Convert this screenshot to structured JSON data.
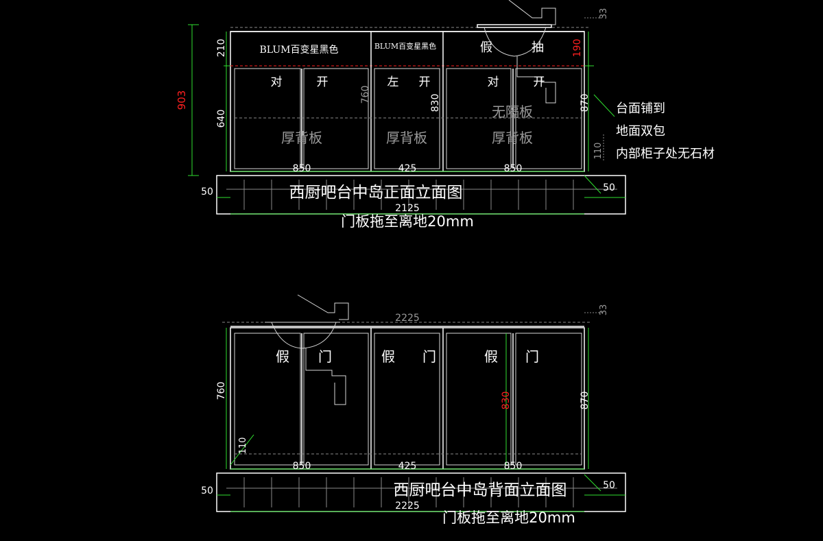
{
  "colors": {
    "background": "#000000",
    "line": "#ffffff",
    "dimension": "#30e030",
    "highlight": "#ff2020",
    "faint": "#9a9a9a"
  },
  "front": {
    "title": "西厨吧台中岛正面立面图",
    "subtitle": "门板拖至离地20mm",
    "labels": {
      "drawer_left": "BLUM百变星黑色",
      "drawer_mid": "BLUM百变星黑色",
      "fake_drawer_1": "假",
      "fake_drawer_2": "抽",
      "door_l1": "对",
      "door_l2": "开",
      "door_m1": "左",
      "door_m2": "开",
      "door_r1": "对",
      "door_r2": "开",
      "back_left": "厚背板",
      "back_mid": "厚背板",
      "back_right": "厚背板",
      "no_shelf": "无隔板"
    },
    "dims": {
      "overall_h": "903",
      "drawer_h": "210",
      "cab_h": "640",
      "inner_760": "760",
      "inner_830": "830",
      "right_190": "190",
      "right_870": "870",
      "right_110": "110",
      "top_33": "33",
      "w_left": "850",
      "w_mid": "425",
      "w_right": "850",
      "total": "2125",
      "side_left": "50",
      "side_right": "50"
    },
    "note": [
      "台面铺到",
      "地面双包",
      "内部柜子处无石材"
    ]
  },
  "back": {
    "title": "西厨吧台中岛背面立面图",
    "subtitle": "门板拖至离地20mm",
    "labels": {
      "p1a": "假",
      "p1b": "门",
      "p2a": "假",
      "p2b": "门",
      "p3a": "假",
      "p3b": "门"
    },
    "dims": {
      "top_total": "2225",
      "top_33": "33",
      "left_760": "760",
      "left_110": "110",
      "mid_830": "830",
      "right_870": "870",
      "w_left": "850",
      "w_mid": "425",
      "w_right": "850",
      "total": "2225",
      "side_left": "50",
      "side_right": "50"
    }
  }
}
